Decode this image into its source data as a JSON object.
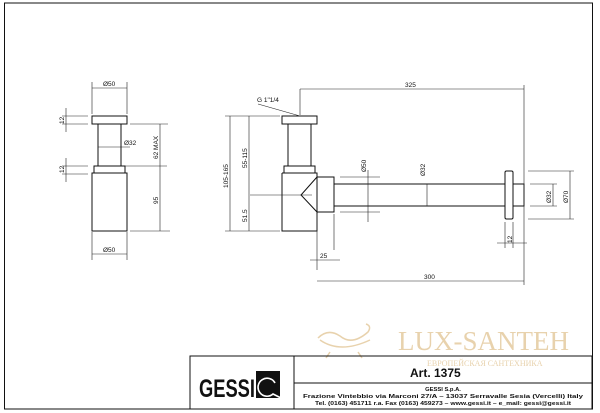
{
  "drawing": {
    "side_view": {
      "top_diameter": "Ø50",
      "bottom_diameter": "Ø50",
      "stem_diameter": "Ø32",
      "cap_height": "12",
      "collar_height": "12",
      "stem_length": "62 MAX",
      "body_height": "95"
    },
    "front_view": {
      "thread_label": "G 1\"1/4",
      "total_height": "105-165",
      "upper_height": "55-115",
      "lower_height": "51.5",
      "total_width": "325",
      "pipe_length": "300",
      "outlet_offset": "25",
      "outlet_diameter": "Ø50",
      "pipe_diameter": "Ø32",
      "stub_diameter": "Ø32",
      "flange_diameter": "Ø70",
      "flange_thickness": "12"
    }
  },
  "watermark": {
    "title": "LUX-SANTEH",
    "subtitle": "ЕВРОПЕЙСКАЯ САНТЕХНИКА"
  },
  "title_block": {
    "logo": "GESSI",
    "article": "Art.  1375",
    "company": "GESSI S.p.A.",
    "address": "Frazione Vintebbio via Marconi 27/A – 13037 Serravalle Sesia (Vercelli) Italy",
    "contacts": "Tel. (0163) 451711 r.a. Fax (0163) 459273 – www.gessi.it – e_mail: gessi@gessi.it"
  }
}
